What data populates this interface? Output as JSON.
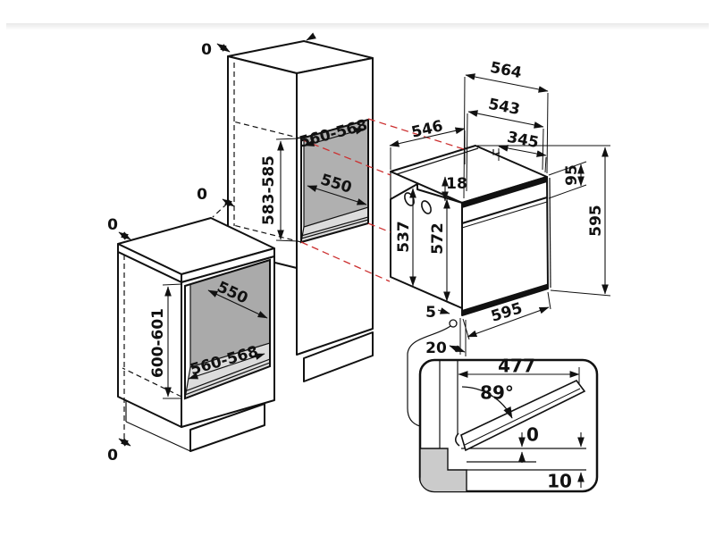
{
  "diagram": {
    "kind": "built-in oven installation drawing",
    "units": "mm"
  },
  "colors": {
    "line": "#111111",
    "red_projection": "#cc2f2f",
    "niche_back_wall": "#b0b0b0",
    "niche_floor": "#dcdcdc",
    "inset_gray": "#cbcbcb",
    "top_strip": "#ececec"
  },
  "tall_cabinet": {
    "gap_top": "0",
    "gap_side": "0",
    "niche_width": "560-568",
    "niche_height": "583-585",
    "niche_depth": "550"
  },
  "base_cabinet": {
    "gap_top": "0",
    "gap_bottom": "0",
    "niche_height": "600-601",
    "niche_depth": "550",
    "niche_width": "560-568"
  },
  "oven": {
    "overall_width_rear": "564",
    "body_width": "543",
    "depth": "546",
    "rear_vent_width": "345",
    "top_clearance": "18",
    "control_panel_height": "95",
    "body_height": "537",
    "front_height": "572",
    "overall_height": "595",
    "front_width": "595",
    "bottom_gap": "5",
    "plinth_recess": "20"
  },
  "door_detail": {
    "door_projection": "477",
    "opening_angle": "89°",
    "flush_gap": "0",
    "bottom_clearance": "10"
  }
}
